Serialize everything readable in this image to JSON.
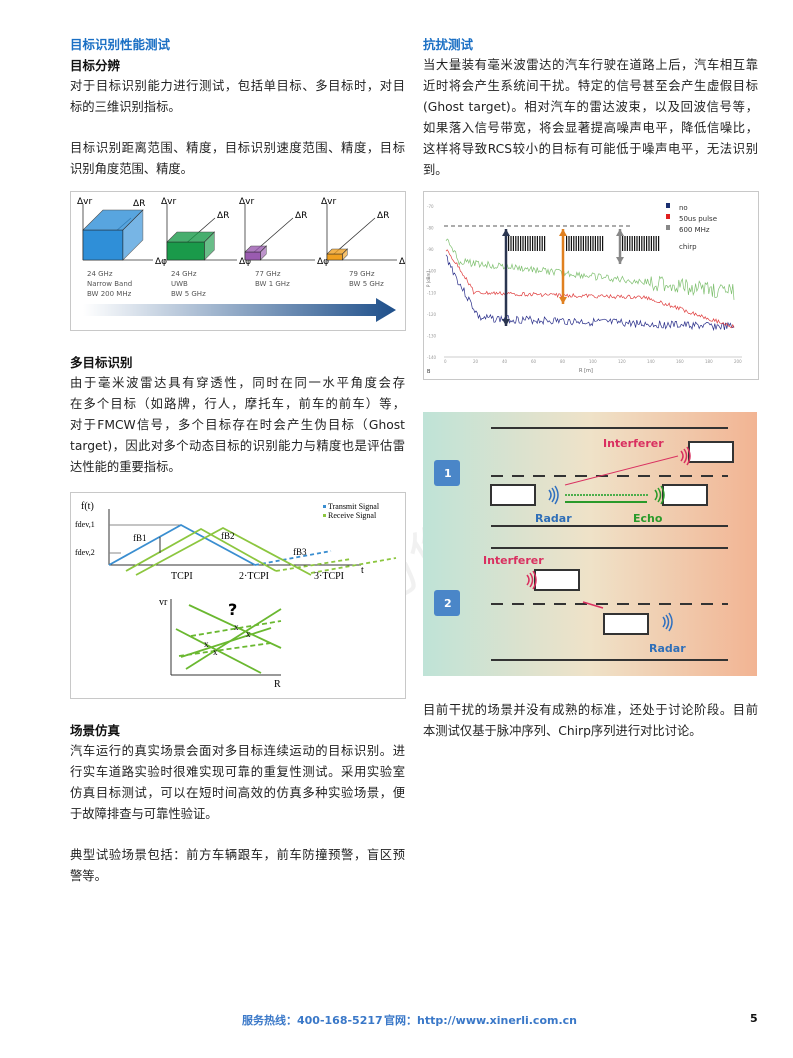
{
  "left": {
    "title": "目标识别性能测试",
    "sec1": {
      "heading": "目标分辨",
      "p1": [
        "对于目标识别能力进行测试，包括单目标、多目标时，对目",
        "标的三维识别指标。"
      ],
      "p2": [
        "目标识别距离范围、精度，目标识别速度范围、精度，目标",
        "识别角度范围、精度。"
      ]
    },
    "fig1": {
      "axis_v": "Δvr",
      "axis_r": "ΔR",
      "axis_phi": "Δφ",
      "items": [
        {
          "lines": [
            "24 GHz",
            "Narrow Band",
            "BW 200 MHz"
          ],
          "color": "#2f8fd8"
        },
        {
          "lines": [
            "24 GHz",
            "UWB",
            "BW 5 GHz"
          ],
          "color": "#1a9a4a"
        },
        {
          "lines": [
            "77 GHz",
            "BW 1 GHz"
          ],
          "color": "#9a5bb0"
        },
        {
          "lines": [
            "79 GHz",
            "BW 5 GHz"
          ],
          "color": "#f0a020"
        }
      ]
    },
    "sec2": {
      "heading": "多目标识别",
      "p1": [
        "由于毫米波雷达具有穿透性，同时在同一水平角度会存",
        "在多个目标（如路牌，行人，摩托车，前车的前车）等，",
        "对于FMCW信号，多个目标存在时会产生伪目标（Ghost",
        "target)，因此对多个动态目标的识别能力与精度也是评估雷",
        "达性能的重要指标。"
      ]
    },
    "fig2": {
      "ft": "f(t)",
      "fdev1": "fdev,1",
      "fdev2": "fdev,2",
      "fb1": "fB1",
      "fb2": "fB2",
      "fb3": "fB3",
      "t1": "TCPI",
      "t2": "2·TCPI",
      "t3": "3·TCPI",
      "t": "t",
      "legend_tx": "Transmit Signal",
      "legend_rx": "Receive Signal",
      "vr": "vr",
      "r": "R",
      "q": "?"
    },
    "sec3": {
      "heading": "场景仿真",
      "p1": [
        "汽车运行的真实场景会面对多目标连续运动的目标识别。进",
        "行实车道路实验时很难实现可靠的重复性测试。采用实验室",
        "仿真目标测试，可以在短时间高效的仿真多种实验场景，便",
        "于故障排查与可靠性验证。"
      ],
      "p2": [
        "典型试验场景包括：前方车辆跟车，前车防撞预警，盲区预",
        "警等。"
      ]
    }
  },
  "right": {
    "title": "抗扰测试",
    "p1": [
      "当大量装有毫米波雷达的汽车行驶在道路上后，汽车相互靠",
      "近时将会产生系统间干扰。特定的信号甚至会产生虚假目标",
      "(Ghost target)。相对汽车的雷达波束，以及回波信号等，",
      "如果落入信号带宽，将会显著提高噪声电平，降低信噪比，",
      "这样将导致RCS较小的目标有可能低于噪声电平，无法识别",
      "到。"
    ],
    "fig3": {
      "legend": [
        {
          "label": "no",
          "color": "#1a2f70"
        },
        {
          "label": "50us pulse",
          "color": "#e02020"
        },
        {
          "label": "600 MHz",
          "color": "#888888"
        },
        {
          "label": "chirp",
          "color": null
        }
      ],
      "yticks": [
        "-70",
        "-80",
        "-90",
        "-100",
        "-110",
        "-120",
        "-130",
        "-140"
      ],
      "xticks": [
        "0",
        "20",
        "40",
        "60",
        "80",
        "100",
        "120",
        "140",
        "160",
        "180",
        "200"
      ],
      "xlabel": "R [m]",
      "ylabel": "P [dBm]",
      "corner": "B"
    },
    "fig4": {
      "n1": "1",
      "n2": "2",
      "interferer": "Interferer",
      "radar": "Radar",
      "echo": "Echo"
    },
    "p2": [
      "目前干扰的场景并没有成熟的标准，还处于讨论阶段。目前",
      "本测试仅基于脉冲序列、Chirp序列进行对比讨论。"
    ]
  },
  "footer": {
    "hotline": "服务热线：400-168-5217",
    "site": "官网：http://www.xinerli.com.cn",
    "page": "5"
  },
  "watermark": "诚信与您共享"
}
